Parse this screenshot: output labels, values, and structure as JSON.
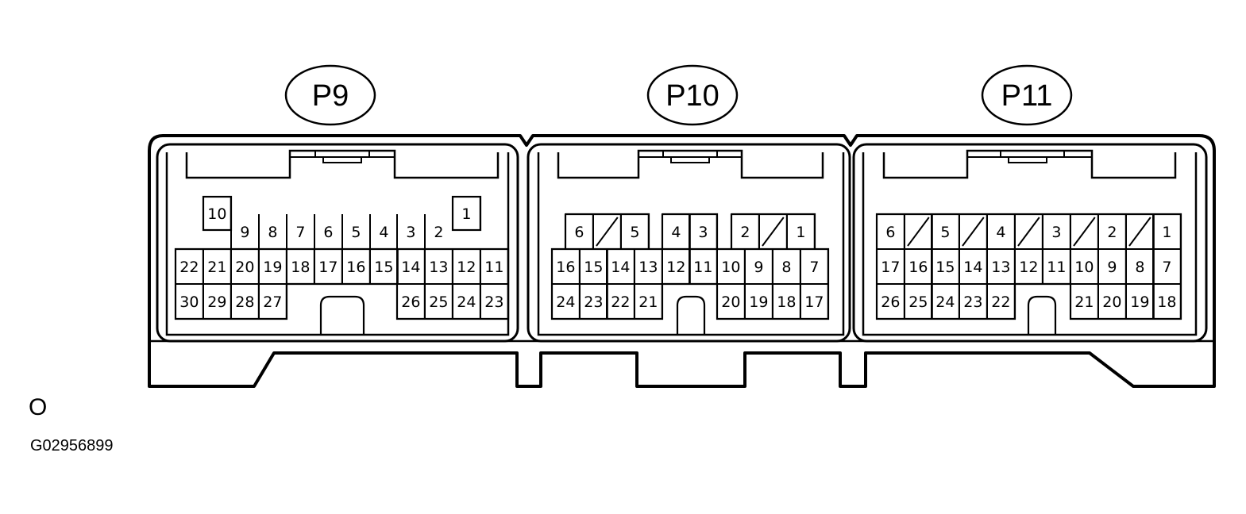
{
  "figure": {
    "mark": "O",
    "code": "G02956899"
  },
  "connectors": [
    {
      "name": "P9",
      "rows": [
        [
          "10",
          "9",
          "8",
          "7",
          "6",
          "5",
          "4",
          "3",
          "2",
          "1"
        ],
        [
          "22",
          "21",
          "20",
          "19",
          "18",
          "17",
          "16",
          "15",
          "14",
          "13",
          "12",
          "11"
        ],
        [
          "30",
          "29",
          "28",
          "27",
          "26",
          "25",
          "24",
          "23"
        ]
      ]
    },
    {
      "name": "P10",
      "rows": [
        [
          "6",
          "/",
          "5",
          "4",
          "3",
          "2",
          "/",
          "1"
        ],
        [
          "16",
          "15",
          "14",
          "13",
          "12",
          "11",
          "10",
          "9",
          "8",
          "7"
        ],
        [
          "24",
          "23",
          "22",
          "21",
          "20",
          "19",
          "18",
          "17"
        ]
      ]
    },
    {
      "name": "P11",
      "rows": [
        [
          "6",
          "/",
          "5",
          "/",
          "4",
          "/",
          "3",
          "/",
          "2",
          "/",
          "1"
        ],
        [
          "17",
          "16",
          "15",
          "14",
          "13",
          "12",
          "11",
          "10",
          "9",
          "8",
          "7"
        ],
        [
          "26",
          "25",
          "24",
          "23",
          "22",
          "21",
          "20",
          "19",
          "18"
        ]
      ]
    }
  ]
}
